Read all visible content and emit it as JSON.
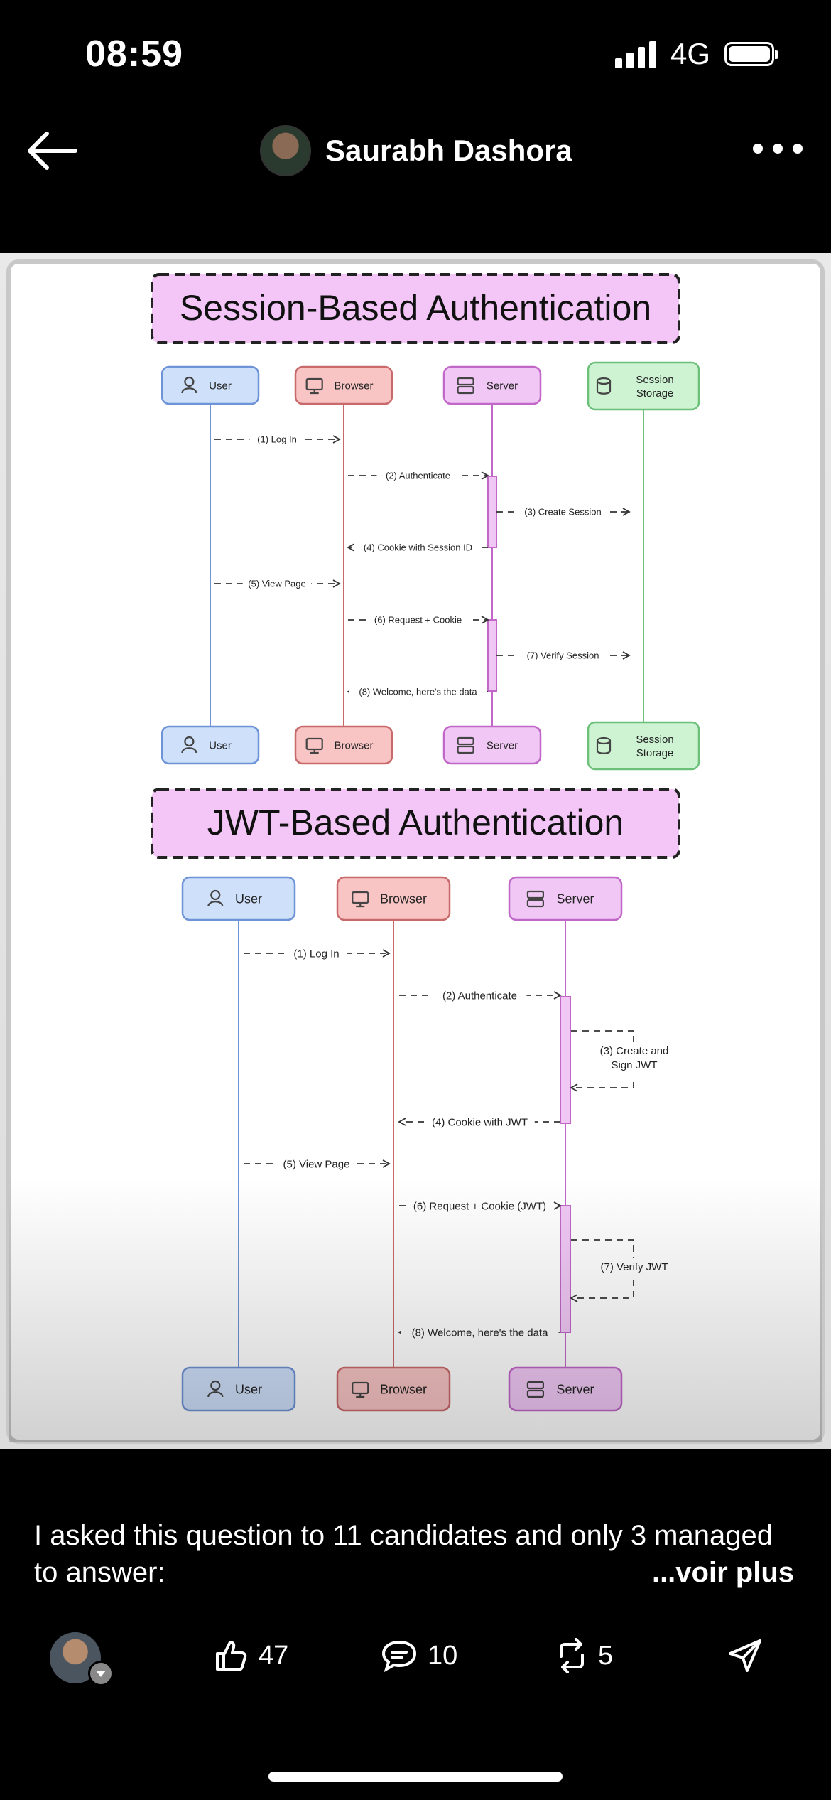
{
  "status": {
    "time": "08:59",
    "network": "4G"
  },
  "header": {
    "author": "Saurabh Dashora"
  },
  "diagram": {
    "session": {
      "title": "Session-Based Authentication",
      "actors": [
        "User",
        "Browser",
        "Server",
        "Session Storage"
      ],
      "actor_lines": [
        [
          "User"
        ],
        [
          "Browser"
        ],
        [
          "Server"
        ],
        [
          "Session",
          "Storage"
        ]
      ],
      "messages": [
        "(1) Log In",
        "(2) Authenticate",
        "(3) Create Session",
        "(4) Cookie with Session ID",
        "(5) View Page",
        "(6) Request + Cookie",
        "(7) Verify Session",
        "(8) Welcome, here's the data"
      ]
    },
    "jwt": {
      "title": "JWT-Based Authentication",
      "actors": [
        "User",
        "Browser",
        "Server"
      ],
      "messages": [
        "(1) Log In",
        "(2) Authenticate",
        "(3) Create and Sign JWT",
        "(4) Cookie with JWT",
        "(5) View Page",
        "(6) Request + Cookie (JWT)",
        "(7) Verify JWT",
        "(8) Welcome, here's the data"
      ],
      "self_lines": {
        "create": [
          "(3) Create and",
          "Sign JWT"
        ]
      }
    },
    "colors": {
      "user": "#cfe0fb",
      "user_border": "#6e93d6",
      "browser": "#f8c4c4",
      "browser_border": "#c96a6a",
      "server": "#f1c8f5",
      "server_border": "#c067c8",
      "storage": "#cdf3d2",
      "storage_border": "#6cc07a",
      "title_bg": "#f3c6f7"
    }
  },
  "post": {
    "caption": "I asked this question to 11 candidates and only 3 managed to answer:",
    "see_more": "...voir plus"
  },
  "actions": {
    "likes": "47",
    "comments": "10",
    "reposts": "5"
  }
}
